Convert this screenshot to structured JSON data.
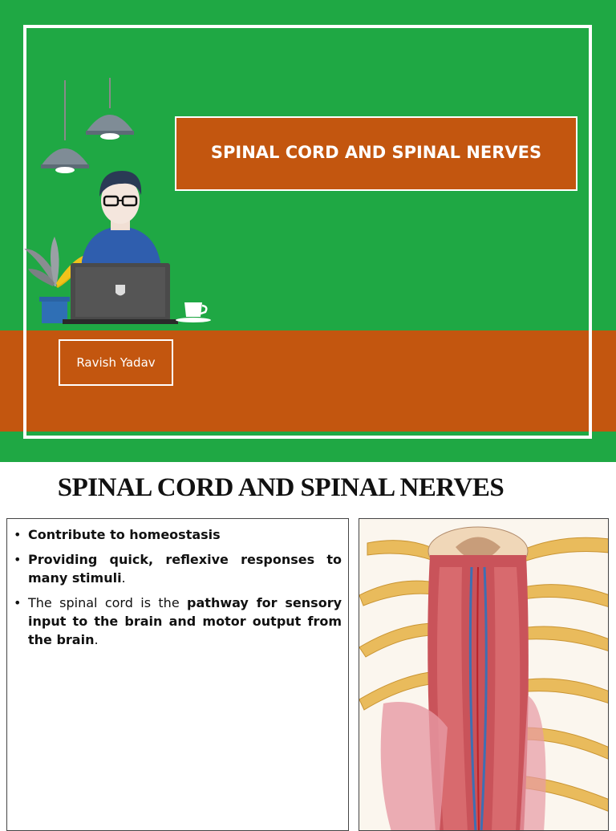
{
  "slide1": {
    "title": "SPINAL CORD AND SPINAL NERVES",
    "author": "Ravish Yadav",
    "colors": {
      "green": "#1fa844",
      "orange": "#c3560f",
      "white": "#ffffff"
    },
    "illustration_icons": [
      "pendant-lamp-icon",
      "person-with-laptop-icon",
      "potted-plant-icon",
      "coffee-cup-icon"
    ]
  },
  "slide2": {
    "heading": "SPINAL CORD AND SPINAL NERVES",
    "bullets": [
      {
        "pre": "",
        "bold": "Contribute to homeostasis",
        "post": ""
      },
      {
        "pre": "",
        "bold": "Providing quick, reflexive responses to many stimuli",
        "post": "."
      },
      {
        "pre": "The spinal cord is the ",
        "bold": "pathway for sensory input to the brain and motor output from the brain",
        "post": "."
      }
    ],
    "bullet_symbol": "•",
    "image_icon": "spinal-cord-anatomy-illustration"
  }
}
